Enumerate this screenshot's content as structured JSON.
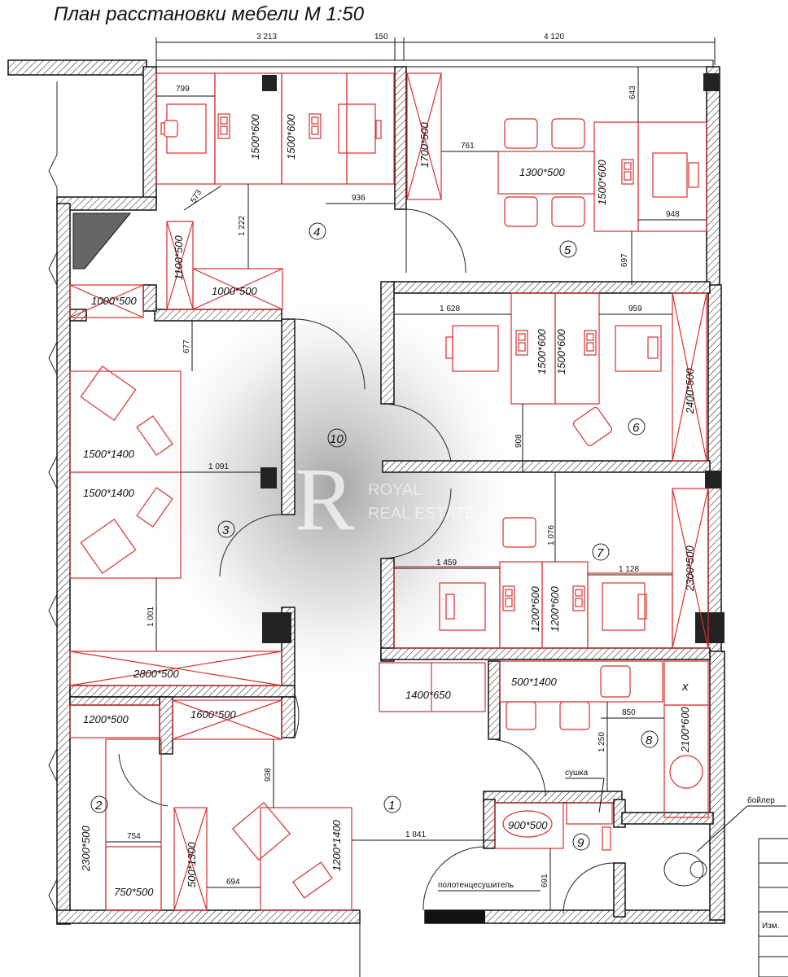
{
  "title": "План расстановки мебели М 1:50",
  "watermark": {
    "line1": "ROYAL",
    "line2": "REAL ESTATE"
  },
  "dimensions_top": [
    "3 213",
    "150",
    "4 120"
  ],
  "dimensions": [
    "799",
    "573",
    "1 222",
    "936",
    "761",
    "643",
    "948",
    "697",
    "1 628",
    "959",
    "908",
    "677",
    "1 091",
    "1 001",
    "1 076",
    "1 459",
    "1 128",
    "850",
    "1 250",
    "938",
    "754",
    "694",
    "1 841",
    "691"
  ],
  "furniture_labels": [
    "1500*600",
    "1500*600",
    "1700*500",
    "1300*500",
    "1500*600",
    "1100*500",
    "1000*500",
    "1000*500",
    "1500*600",
    "1500*600",
    "2400*500",
    "1500*1400",
    "1500*1400",
    "1200*600",
    "1200*600",
    "2300*500",
    "2800*500",
    "1400*650",
    "500*1400",
    "2100*600",
    "1200*500",
    "1600*500",
    "2300*500",
    "750*500",
    "500*1300",
    "1200*1400",
    "900*500"
  ],
  "room_numbers": [
    "1",
    "2",
    "3",
    "4",
    "5",
    "6",
    "7",
    "8",
    "9",
    "10"
  ],
  "annotations": {
    "dryer": "сушка",
    "towel_dryer": "полотенцесушитель",
    "boiler": "бойлер",
    "x_mark": "x",
    "stamp_label": "Изм."
  }
}
